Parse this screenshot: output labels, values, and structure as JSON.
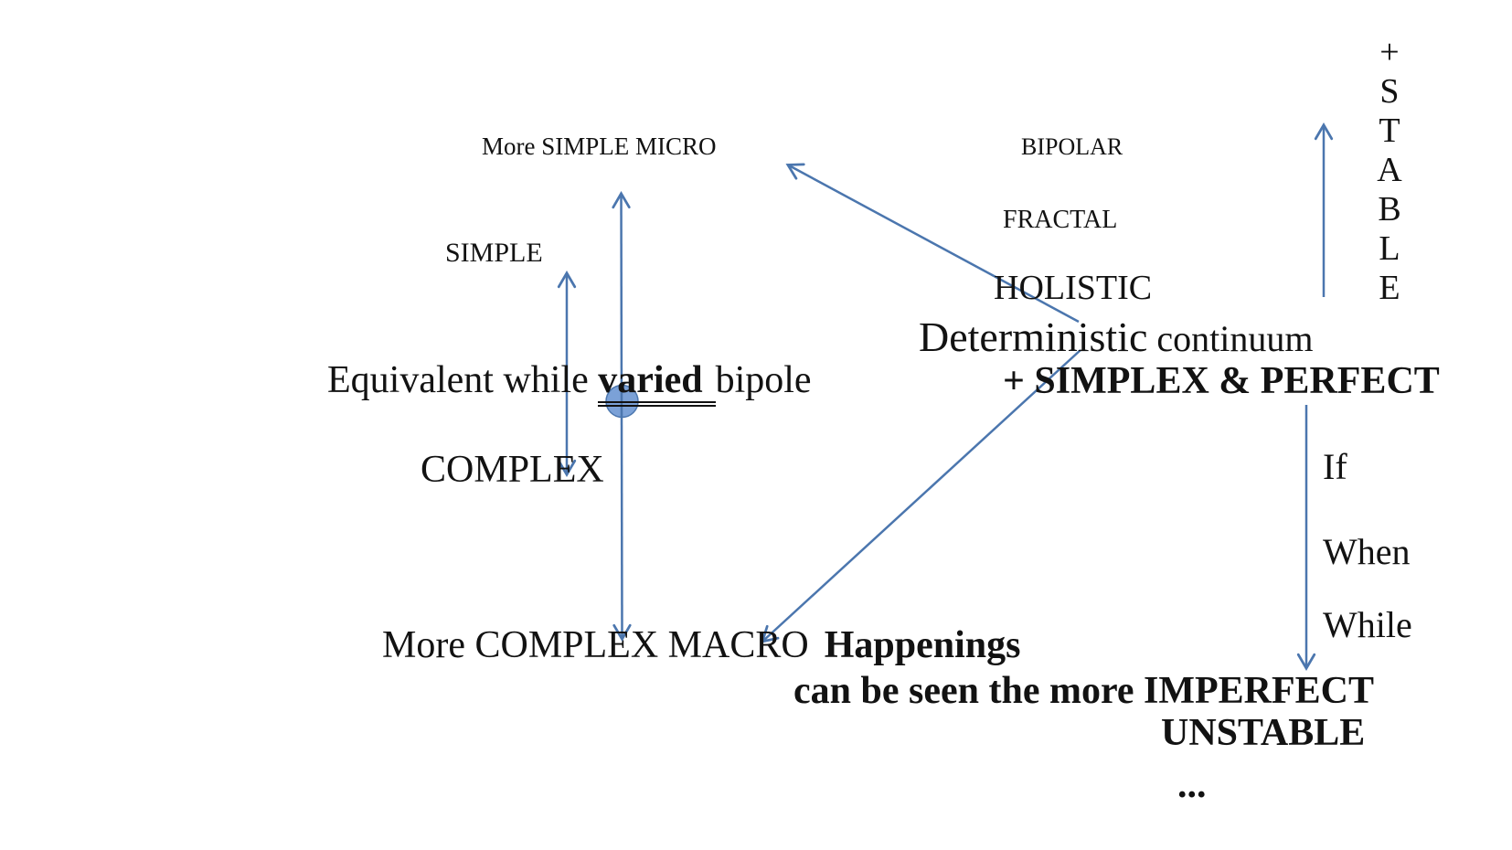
{
  "colors": {
    "line": "#4b76ae",
    "circle_fill": "#7ba1d7",
    "text": "#121212",
    "background": "#ffffff"
  },
  "labels": {
    "more_simple_micro": "More SIMPLE MICRO",
    "bipolar": "BIPOLAR",
    "fractal": "FRACTAL",
    "simple": "SIMPLE",
    "holistic": "HOLISTIC",
    "deterministic": "Deterministic",
    "continuum": " continuum",
    "equivalent_prefix": "Equivalent while ",
    "equivalent_varied": "varied",
    "equivalent_suffix": "bipole",
    "simplex_perfect": "+ SIMPLEX & PERFECT",
    "complex": "COMPLEX",
    "if_label": "If",
    "when_label": "When",
    "while_label": "While",
    "more_complex_macro": "More COMPLEX MACRO",
    "happenings": "Happenings",
    "can_be_seen": "can be seen the more IMPERFECT",
    "unstable": "UNSTABLE",
    "ellipsis": "...",
    "stable_column": "+\nS\nT\nA\nB\nL\nE"
  }
}
